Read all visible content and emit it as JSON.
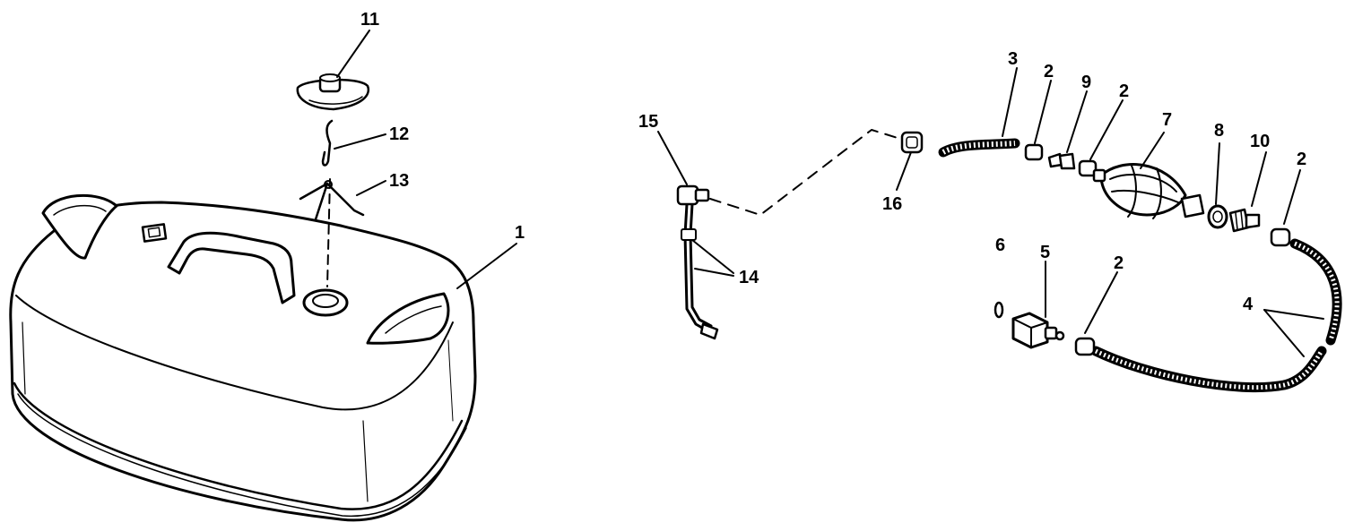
{
  "callouts": [
    {
      "id": "c11",
      "text": "11"
    },
    {
      "id": "c12",
      "text": "12"
    },
    {
      "id": "c13",
      "text": "13"
    },
    {
      "id": "c1",
      "text": "1"
    },
    {
      "id": "c15",
      "text": "15"
    },
    {
      "id": "c14",
      "text": "14"
    },
    {
      "id": "c16",
      "text": "16"
    },
    {
      "id": "c3",
      "text": "3"
    },
    {
      "id": "c2a",
      "text": "2"
    },
    {
      "id": "c9",
      "text": "9"
    },
    {
      "id": "c2b",
      "text": "2"
    },
    {
      "id": "c7",
      "text": "7"
    },
    {
      "id": "c8",
      "text": "8"
    },
    {
      "id": "c10",
      "text": "10"
    },
    {
      "id": "c2c",
      "text": "2"
    },
    {
      "id": "c6",
      "text": "6"
    },
    {
      "id": "c5",
      "text": "5"
    },
    {
      "id": "c2d",
      "text": "2"
    },
    {
      "id": "c4",
      "text": "4"
    }
  ]
}
